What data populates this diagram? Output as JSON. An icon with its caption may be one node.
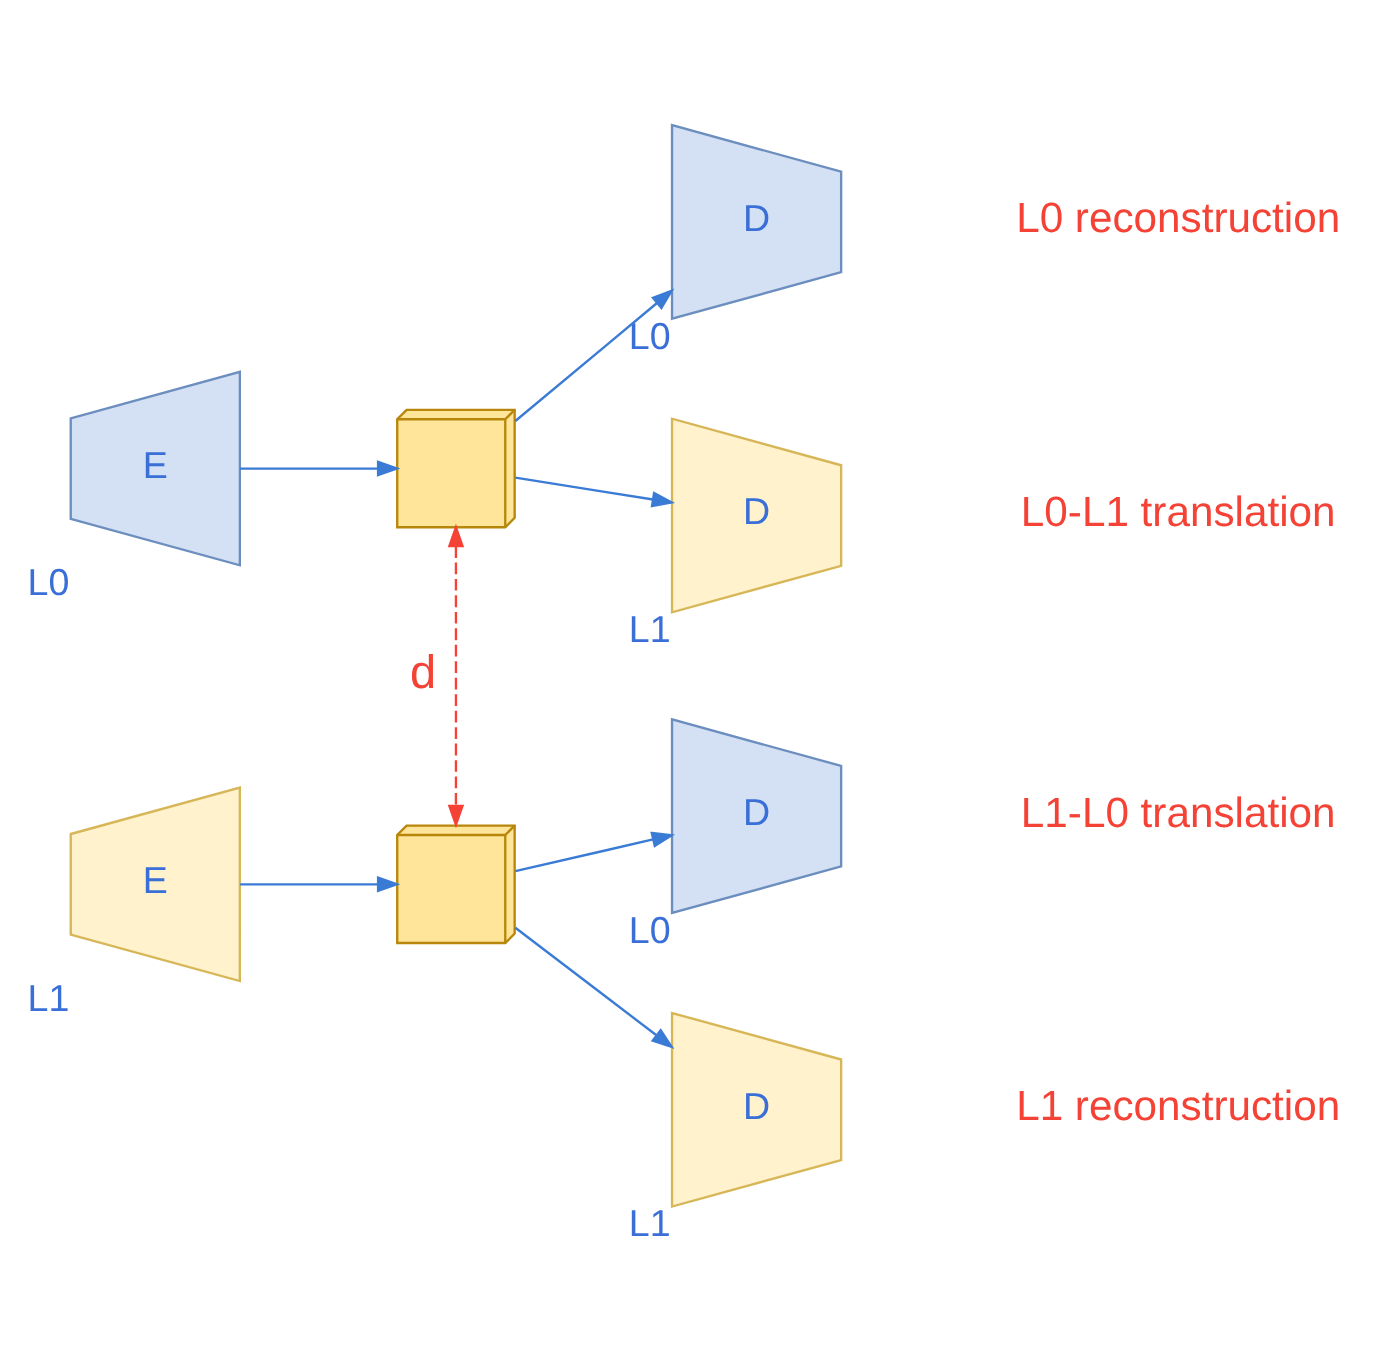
{
  "diagram": {
    "nodes": [
      {
        "text": [
          "E"
        ],
        "beside": [
          "L0"
        ]
      },
      {
        "text": [],
        "shape": "box"
      },
      {
        "text": [
          "D"
        ],
        "beside": [
          "L0"
        ]
      },
      {
        "text": [
          "D"
        ],
        "beside": [
          "L1"
        ]
      },
      {
        "text": [
          "E"
        ],
        "beside": [
          "L1"
        ]
      },
      {
        "text": [],
        "shape": "box"
      },
      {
        "text": [
          "D"
        ],
        "beside": [
          "L0"
        ]
      },
      {
        "text": [
          "D"
        ],
        "beside": [
          "L1"
        ]
      }
    ],
    "edges": [
      {
        "from": 0,
        "to": 1,
        "arrow": "to"
      },
      {
        "from": 1,
        "to": 2,
        "arrow": "to"
      },
      {
        "from": 1,
        "to": 3,
        "arrow": "to"
      },
      {
        "from": 4,
        "to": 5,
        "arrow": "to"
      },
      {
        "from": 5,
        "to": 6,
        "arrow": "to"
      },
      {
        "from": 5,
        "to": 7,
        "arrow": "to"
      },
      {
        "from": 1,
        "to": 5,
        "arrow": "both",
        "label": "d",
        "style": "dashed",
        "color": "#f44336"
      }
    ],
    "labels": [
      "L0 reconstruction",
      "L0-L1 translation",
      "L1-L0 translation",
      "L1 reconstruction"
    ]
  }
}
